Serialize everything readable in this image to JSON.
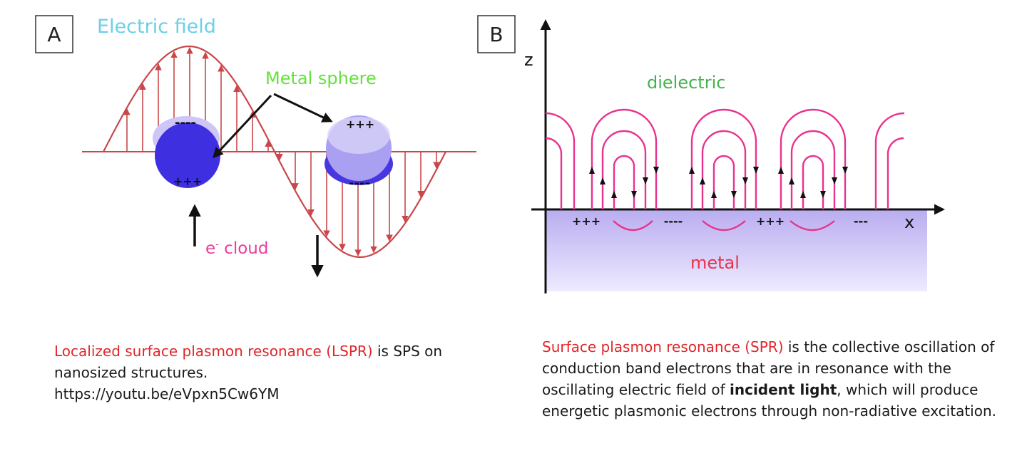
{
  "panelA": {
    "label": "A",
    "field_label": "Electric field",
    "sphere_label": "Metal sphere",
    "cloud_label": "e",
    "cloud_label_sup": "-",
    "cloud_label_rest": " cloud",
    "sphere1_top": "----",
    "sphere1_bottom": "+++",
    "sphere2_top": "+++",
    "sphere2_bottom": "----",
    "caption_highlight": "Localized surface plasmon resonance (LSPR)",
    "caption_rest": " is SPS on nanosized structures.",
    "caption_link": "https://youtu.be/eVpxn5Cw6YM"
  },
  "panelB": {
    "label": "B",
    "z_label": "z",
    "x_label": "x",
    "dielectric_label": "dielectric",
    "metal_label": "metal",
    "charges": [
      "+++",
      "----",
      "+++",
      "---"
    ],
    "caption_highlight": "Surface plasmon resonance (SPR)",
    "caption_part1": " is the collective oscillation of conduction band electrons that are in resonance with the oscillating electric field of ",
    "caption_bold": "incident light",
    "caption_part2": ", which will produce energetic plasmonic electrons through non-radiative excitation."
  },
  "colors": {
    "wave": "#c9474a",
    "electric_field_label": "#6ccfe6",
    "metal_sphere_label": "#62e23a",
    "e_cloud_label": "#ee3b9a",
    "dielectric_label": "#43b34d",
    "metal_label": "#e8334a",
    "field_lines": "#e8338e",
    "sphere_dark": "#3e2fe0",
    "sphere_light": "#a9a0f2",
    "caption_red": "#e0262a"
  }
}
